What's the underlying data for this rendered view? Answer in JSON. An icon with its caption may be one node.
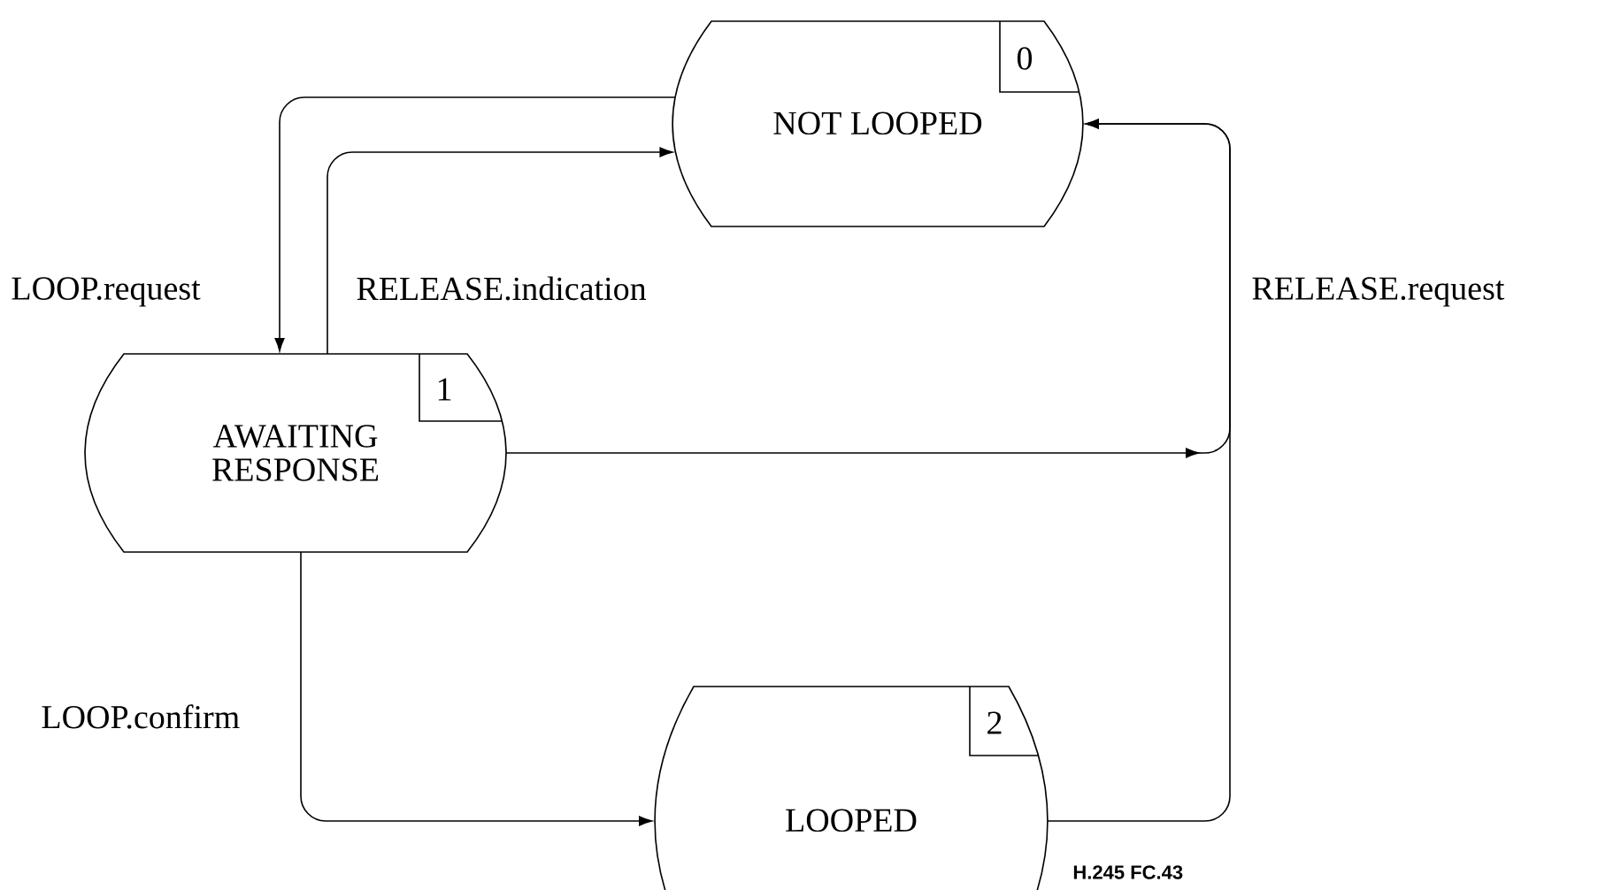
{
  "diagram": {
    "nodes": [
      {
        "text": [
          "NOT LOOPED",
          "0"
        ]
      },
      {
        "text": [
          "AWAITING RESPONSE",
          "1"
        ]
      },
      {
        "text": [
          "LOOPED",
          "2"
        ]
      }
    ],
    "edges": [
      {
        "from": 0,
        "to": 1,
        "arrow": "to",
        "label": "LOOP.request"
      },
      {
        "from": 1,
        "to": 0,
        "arrow": "to",
        "label": "RELEASE.indication"
      },
      {
        "from": 1,
        "to": 0,
        "arrow": "to"
      },
      {
        "from": 2,
        "to": 0,
        "arrow": "to",
        "label": "RELEASE.request"
      },
      {
        "from": 1,
        "to": 2,
        "arrow": "to",
        "label": "LOOP.confirm"
      }
    ],
    "labels": [
      "H.245 FC.43"
    ]
  }
}
